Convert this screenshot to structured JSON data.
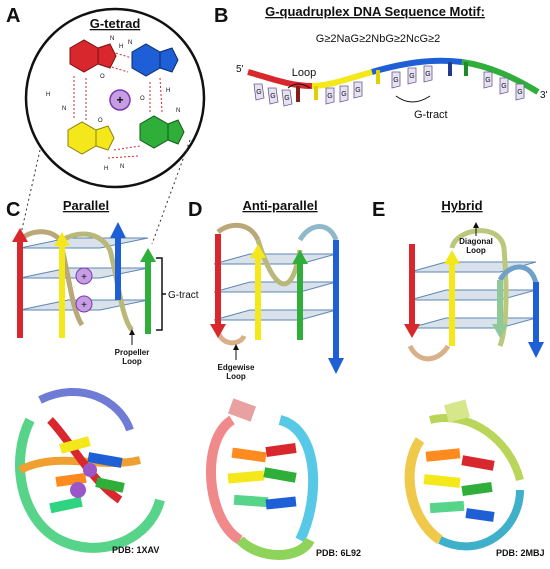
{
  "panels": {
    "A": {
      "letter": "A",
      "title": "G-tetrad"
    },
    "B": {
      "letter": "B",
      "title": "G-quadruplex DNA Sequence Motif:",
      "formula": "G≥2NaG≥2NbG≥2NcG≥2",
      "end5": "5'",
      "end3": "3'",
      "loop_label": "Loop",
      "gtract_label": "G-tract",
      "base": "G"
    },
    "C": {
      "letter": "C",
      "title": "Parallel",
      "gtract_label": "G-tract",
      "loop_label_1": "Propeller",
      "loop_label_2": "Loop",
      "pdb": "PDB: 1XAV"
    },
    "D": {
      "letter": "D",
      "title": "Anti-parallel",
      "loop_label_1": "Edgewise",
      "loop_label_2": "Loop",
      "pdb": "PDB: 6L92"
    },
    "E": {
      "letter": "E",
      "title": "Hybrid",
      "loop_label_1": "Diagonal",
      "loop_label_2": "Loop",
      "pdb": "PDB: 2MBJ"
    }
  },
  "colors": {
    "red": "#d8272d",
    "yellow": "#f4e81a",
    "blue": "#1f5fd6",
    "green": "#2fae3a",
    "purple": "#9b57c9",
    "plane": "#c9d6e3"
  },
  "tetrad_atoms": [
    "N",
    "H",
    "O"
  ],
  "cation_symbol": "+"
}
